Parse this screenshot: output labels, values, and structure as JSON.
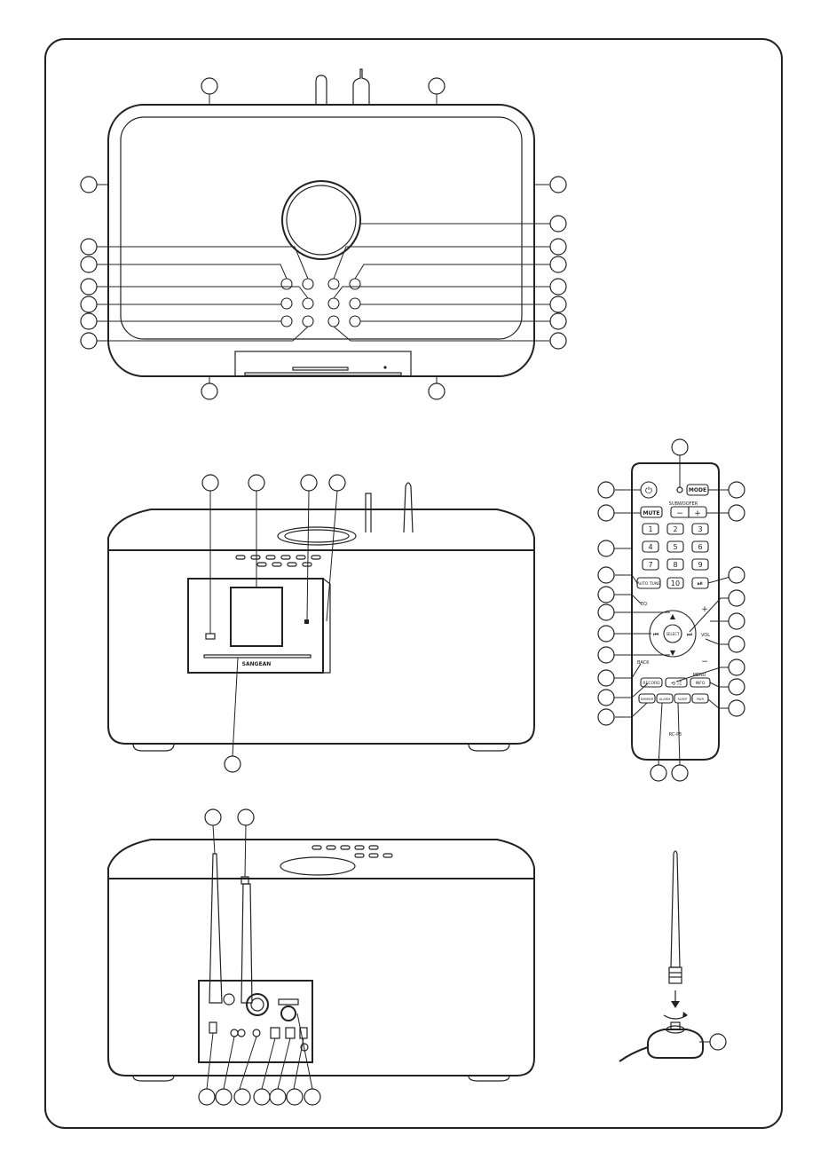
{
  "remote": {
    "power_icon": "power-icon",
    "mode": "MODE",
    "subwoofer": "SUBWOOFER",
    "mute": "MUTE",
    "minus": "−",
    "plus": "+",
    "digits": [
      "1",
      "2",
      "3",
      "4",
      "5",
      "6",
      "7",
      "8",
      "9"
    ],
    "auto_tune": "AUTO TUNE",
    "ten": "10",
    "play_pause_icon": "play-pause-icon",
    "eq": "EQ",
    "up_icon": "up-arrow-icon",
    "down_icon": "down-arrow-icon",
    "prev_icon": "previous-icon",
    "next_icon": "next-icon",
    "select": "SELECT",
    "vol": "VOL",
    "back": "BACK",
    "menu": "MENU",
    "record": "RECORD",
    "info": "INFO",
    "dimmer": "DIMMER",
    "alarm": "ALARM",
    "sleep": "SLEEP",
    "pair": "PAIR",
    "model": "RC-P5"
  },
  "cd_brand": "SANGEAN",
  "icons": {
    "antenna": "antenna-icon",
    "rotate": "rotate-arrow-icon"
  }
}
